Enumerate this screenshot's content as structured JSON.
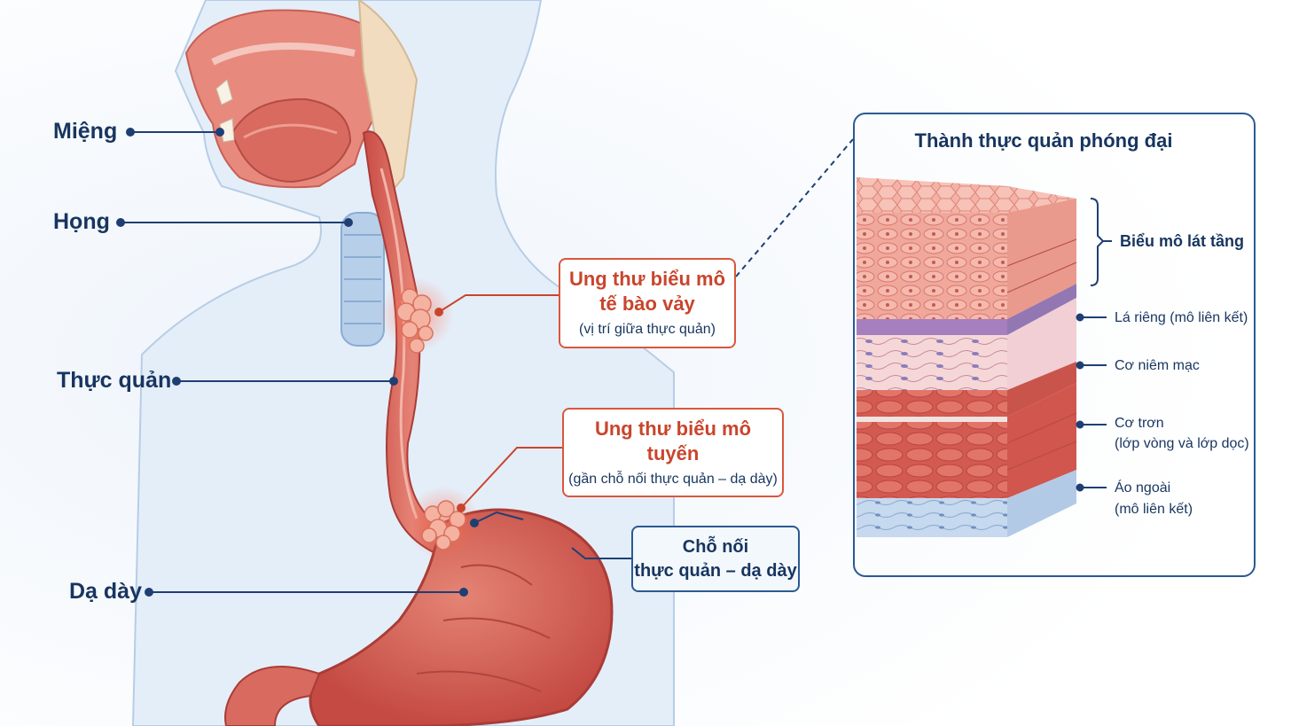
{
  "anatomy_labels": {
    "mouth": "Miệng",
    "pharynx": "Họng",
    "esophagus": "Thực quản",
    "stomach": "Dạ dày"
  },
  "callouts": {
    "squamous": {
      "line1": "Ung thư biểu mô",
      "line2": "tế bào vảy",
      "note": "(vị trí giữa thực quản)"
    },
    "adeno": {
      "line1": "Ung thư biểu mô",
      "line2": "tuyến",
      "note": "(gần chỗ nối thực quản – dạ dày)"
    },
    "junction": {
      "line1": "Chỗ nối",
      "line2": "thực quản – dạ dày"
    }
  },
  "zoom_panel": {
    "title": "Thành thực quản phóng đại",
    "layers": {
      "epithelium": "Biểu mô lát tầng",
      "lamina_1": "Lá riêng (mô liên kết)",
      "muscularis_mucosae": "Cơ niêm mạc",
      "smooth_muscle_1": "Cơ trơn",
      "smooth_muscle_2": "(lớp vòng và lớp dọc)",
      "adventitia_1": "Áo ngoài",
      "adventitia_2": "(mô liên kết)"
    }
  },
  "colors": {
    "label_navy": "#17355f",
    "leader_navy": "#1f3f73",
    "callout_red": "#d9573c",
    "tissue_pink": "#e9877a",
    "muscle_red": "#dc6a5f",
    "skin_blue": "#dfeaf7"
  }
}
